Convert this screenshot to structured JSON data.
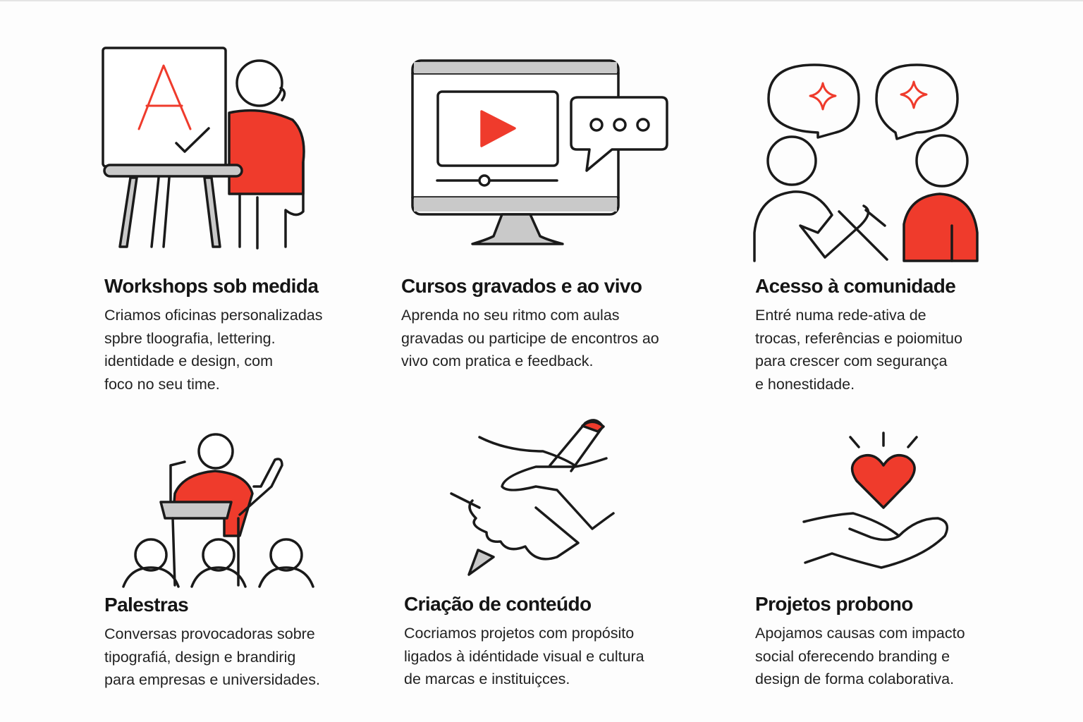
{
  "colors": {
    "accent": "#ef3b2c",
    "gray": "#c9c9c9",
    "ink": "#1a1a1a"
  },
  "services": [
    {
      "icon": "presenter-easel-icon",
      "title": "Workshops sob medida",
      "lines": [
        "Criamos oficinas personalizadas",
        "spbre tloografia, lettering.",
        "identidade e design, com",
        "foco no seu time."
      ]
    },
    {
      "icon": "video-monitor-icon",
      "title": "Cursos gravados e ao vivo",
      "lines": [
        "Aprenda no seu ritmo com aulas",
        "gravadas ou participe de encontros ao",
        "vivo com pratica e feedback."
      ]
    },
    {
      "icon": "community-conversation-icon",
      "title": "Acesso à comunidade",
      "lines": [
        "Entré numa rede-ativa de",
        "trocas, referências e poiomituo",
        "para crescer com segurança",
        "e honestidade."
      ]
    },
    {
      "icon": "speaker-podium-icon",
      "title": "Palestras",
      "lines": [
        "Conversas provocadoras sobre",
        "tipografiá, design e brandirig",
        "para empresas e universidades."
      ]
    },
    {
      "icon": "handshake-pencil-icon",
      "title": "Criação de conteúdo",
      "lines": [
        "Cocriamos projetos com propósito",
        "ligados à idéntidade visual e cultura",
        "de marcas e instituiçces."
      ]
    },
    {
      "icon": "heart-hand-icon",
      "title": "Projetos probono",
      "lines": [
        "Apojamos causas com impacto",
        "social oferecendo branding e",
        "design de forma colaborativa."
      ]
    }
  ]
}
